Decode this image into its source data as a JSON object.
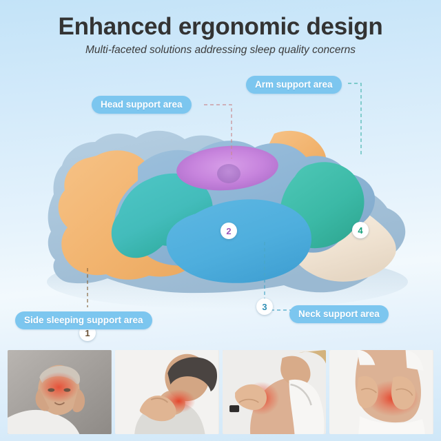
{
  "header": {
    "title": "Enhanced ergonomic design",
    "subtitle": "Multi-faceted solutions addressing sleep quality concerns"
  },
  "theme": {
    "background_top": "#c3e3f8",
    "background_bottom": "#cfe7f8",
    "pill_fill": "#7cc6ef",
    "pill_text": "#ffffff",
    "title_color": "#333333"
  },
  "illustration": {
    "name": "ergonomic-pillow-zone-diagram",
    "zones": [
      {
        "id": "side-wing-left",
        "label": "Side sleeping support",
        "color": "#f2b46f"
      },
      {
        "id": "shoulder-teal-left",
        "label": "Shoulder contour",
        "color": "#45bdc0"
      },
      {
        "id": "neck-blue",
        "label": "Neck support",
        "color": "#4eaedd"
      },
      {
        "id": "head-steel-blue",
        "label": "Head support",
        "color": "#8fb6d6"
      },
      {
        "id": "head-cradle",
        "label": "Head cradle depression",
        "color": "#c784dd"
      },
      {
        "id": "arm-teal-right",
        "label": "Arm support",
        "color": "#3fb9a8"
      },
      {
        "id": "side-wing-right",
        "label": "Side sleeping support right",
        "color": "#f0e3d2"
      }
    ]
  },
  "callouts": [
    {
      "id": "arm",
      "label": "Arm support area",
      "marker": "4",
      "marker_color": "#14a07a"
    },
    {
      "id": "head",
      "label": "Head support area",
      "marker": "2",
      "marker_color": "#9b56b9"
    },
    {
      "id": "side",
      "label": "Side sleeping support area",
      "marker": "1",
      "marker_color": "#6b5135"
    },
    {
      "id": "neck",
      "label": "Neck support area",
      "marker": "3",
      "marker_color": "#2f8fb5"
    }
  ],
  "markers": {
    "one": "1",
    "two": "2",
    "three": "3",
    "four": "4"
  },
  "photos": [
    {
      "id": "headache",
      "alt": "Older man holding his head with red pain highlight on temples"
    },
    {
      "id": "neck-pain",
      "alt": "Man gripping the back of his neck with red pain highlight"
    },
    {
      "id": "shoulder-pain",
      "alt": "Woman holding her shoulder with red pain highlight"
    },
    {
      "id": "back-pain",
      "alt": "Woman holding her lower back with red pain highlight"
    }
  ]
}
